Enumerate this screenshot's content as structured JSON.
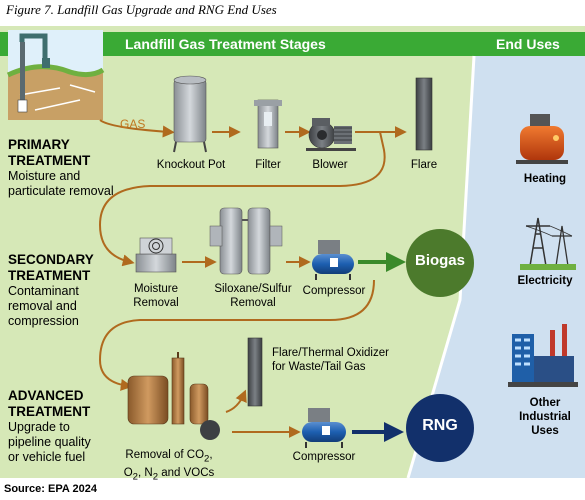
{
  "figure_caption": "Figure 7. Landfill Gas Upgrade and RNG End Uses",
  "source": "Source: EPA 2024",
  "header": {
    "title": "Landfill Gas Treatment Stages",
    "end_uses": "End Uses"
  },
  "gas_label": "GAS",
  "stages": {
    "primary": {
      "title_line1": "PRIMARY",
      "title_line2": "TREATMENT",
      "desc_line1": "Moisture and",
      "desc_line2": "particulate removal"
    },
    "secondary": {
      "title_line1": "SECONDARY",
      "title_line2": "TREATMENT",
      "desc_line1": "Contaminant",
      "desc_line2": "removal and",
      "desc_line3": "compression"
    },
    "advanced": {
      "title_line1": "ADVANCED",
      "title_line2": "TREATMENT",
      "desc_line1": "Upgrade to",
      "desc_line2": "pipeline quality",
      "desc_line3": "or vehicle fuel"
    }
  },
  "equipment": {
    "knockout_pot": "Knockout Pot",
    "filter": "Filter",
    "blower": "Blower",
    "flare": "Flare",
    "moisture_removal_line1": "Moisture",
    "moisture_removal_line2": "Removal",
    "siloxane_line1": "Siloxane/Sulfur",
    "siloxane_line2": "Removal",
    "compressor_secondary": "Compressor",
    "flare_oxidizer_line1": "Flare/Thermal Oxidizer",
    "flare_oxidizer_line2": "for Waste/Tail Gas",
    "removal_co2_prefix": "Removal of CO",
    "removal_line2_o": "O",
    "removal_line2_n": ", N",
    "removal_line2_end": " and VOCs",
    "subscript_2": "2",
    "compressor_advanced": "Compressor"
  },
  "outputs": {
    "biogas": "Biogas",
    "rng": "RNG"
  },
  "end_uses": {
    "heating": "Heating",
    "electricity": "Electricity",
    "industrial_line1": "Other",
    "industrial_line2": "Industrial",
    "industrial_line3": "Uses"
  },
  "colors": {
    "header_green": "#3aaa35",
    "panel_light_green": "#d6e8b7",
    "end_uses_blue": "#cfe0f0",
    "biogas_green": "#4c7a2c",
    "rng_navy": "#12306b",
    "arrow_brown": "#b06a1e"
  }
}
